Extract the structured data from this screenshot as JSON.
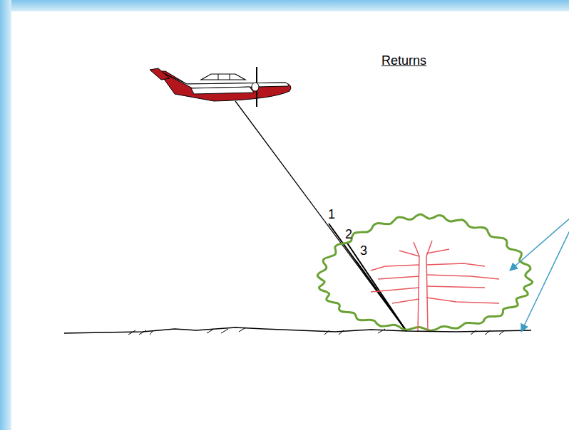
{
  "diagram": {
    "labels": [
      "Returns",
      "1",
      "2",
      "3"
    ]
  }
}
